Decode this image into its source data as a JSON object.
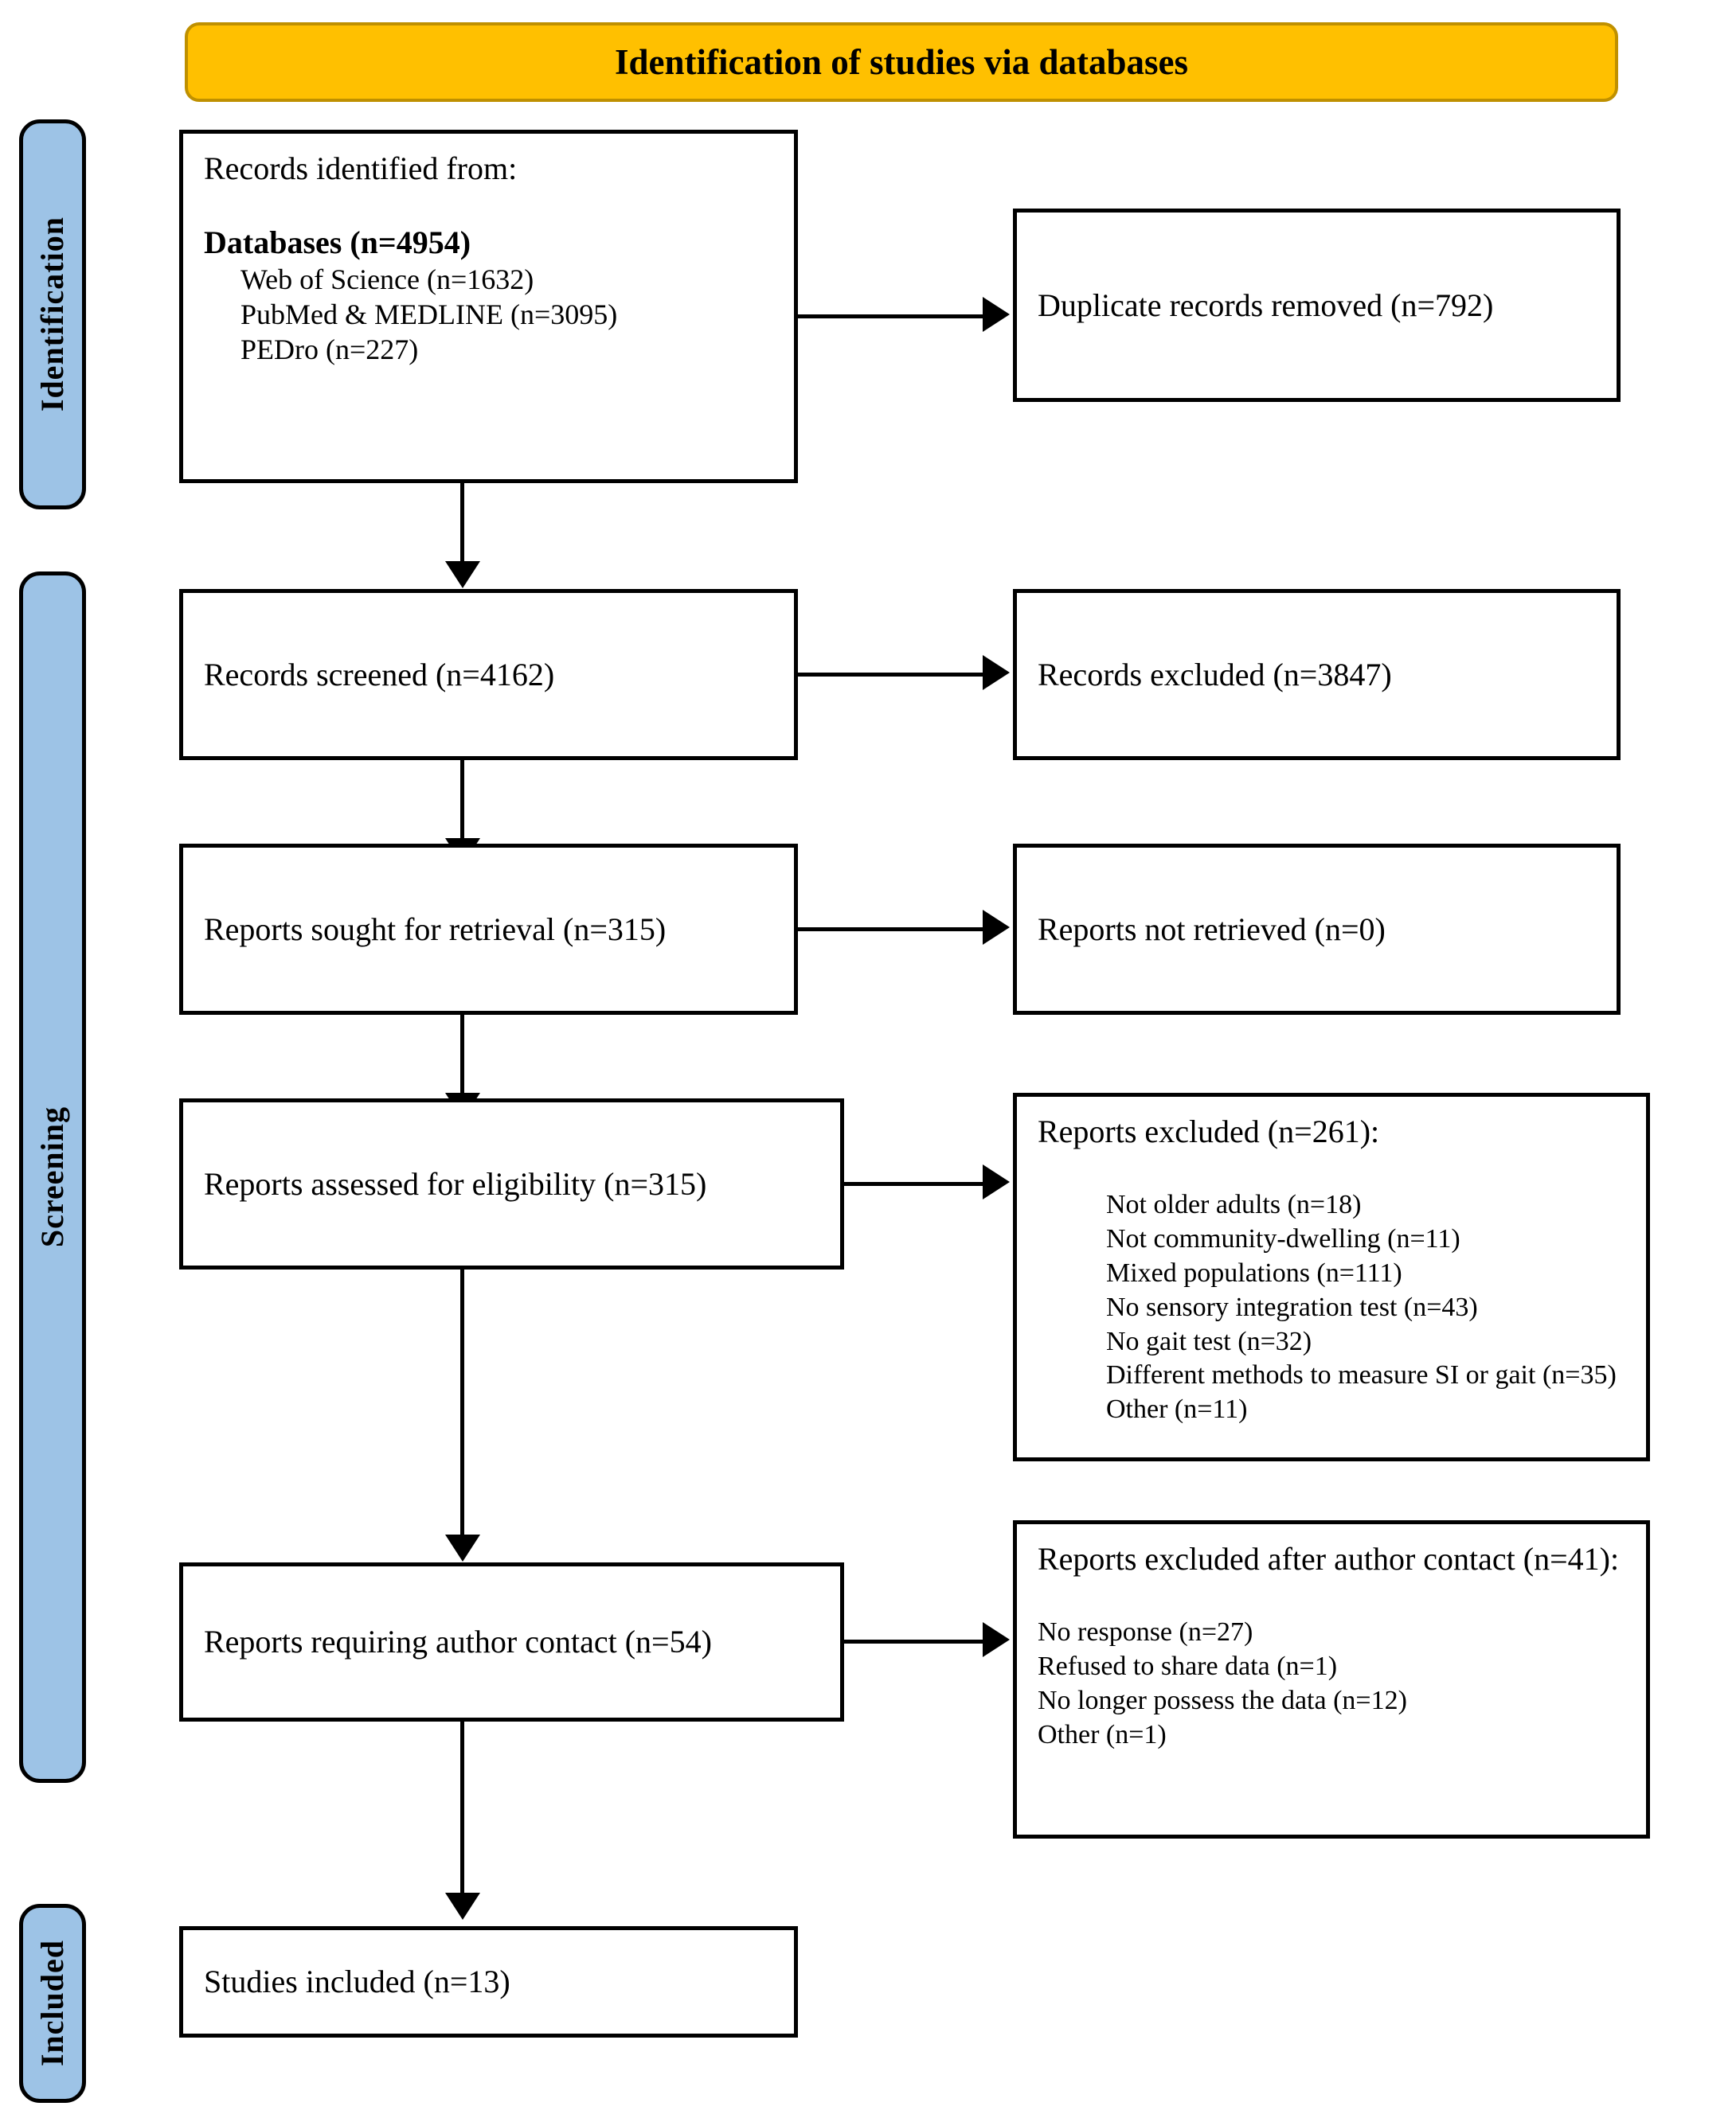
{
  "header": {
    "title": "Identification of studies via databases"
  },
  "phases": [
    {
      "label": "Identification"
    },
    {
      "label": "Screening"
    },
    {
      "label": "Included"
    }
  ],
  "boxes": {
    "identified": {
      "title": "Records identified from:",
      "strong_line": "Databases (n=4954)",
      "sources": [
        "Web of Science (n=1632)",
        "PubMed & MEDLINE (n=3095)",
        "PEDro (n=227)"
      ]
    },
    "duplicates_removed": {
      "title": "Duplicate records removed (n=792)"
    },
    "records_screened": {
      "title": "Records screened (n=4162)"
    },
    "records_excluded": {
      "title": "Records excluded (n=3847)"
    },
    "reports_sought": {
      "title": "Reports sought for retrieval (n=315)"
    },
    "reports_not_retrieved": {
      "title": "Reports not retrieved (n=0)"
    },
    "reports_assessed": {
      "title": "Reports assessed for eligibility (n=315)"
    },
    "reports_excluded": {
      "title": "Reports excluded (n=261):",
      "reasons": [
        "Not older adults (n=18)",
        "Not community-dwelling (n=11)",
        "Mixed populations (n=111)",
        "No sensory integration test (n=43)",
        "No gait test (n=32)",
        "Different methods to measure SI or gait (n=35)",
        "Other (n=11)"
      ]
    },
    "reports_author_contact": {
      "title": "Reports requiring author contact (n=54)"
    },
    "excluded_after_contact": {
      "title": "Reports excluded after author contact (n=41):",
      "reasons": [
        "No response (n=27)",
        "Refused to share data (n=1)",
        "No longer possess the data (n=12)",
        "Other (n=1)"
      ]
    },
    "studies_included": {
      "title": "Studies included (n=13)"
    }
  },
  "colors": {
    "banner_fill": "#FFC000",
    "banner_border": "#BF9000",
    "phase_fill": "#9DC3E6",
    "box_border": "#000000",
    "box_fill": "#FFFFFF"
  }
}
